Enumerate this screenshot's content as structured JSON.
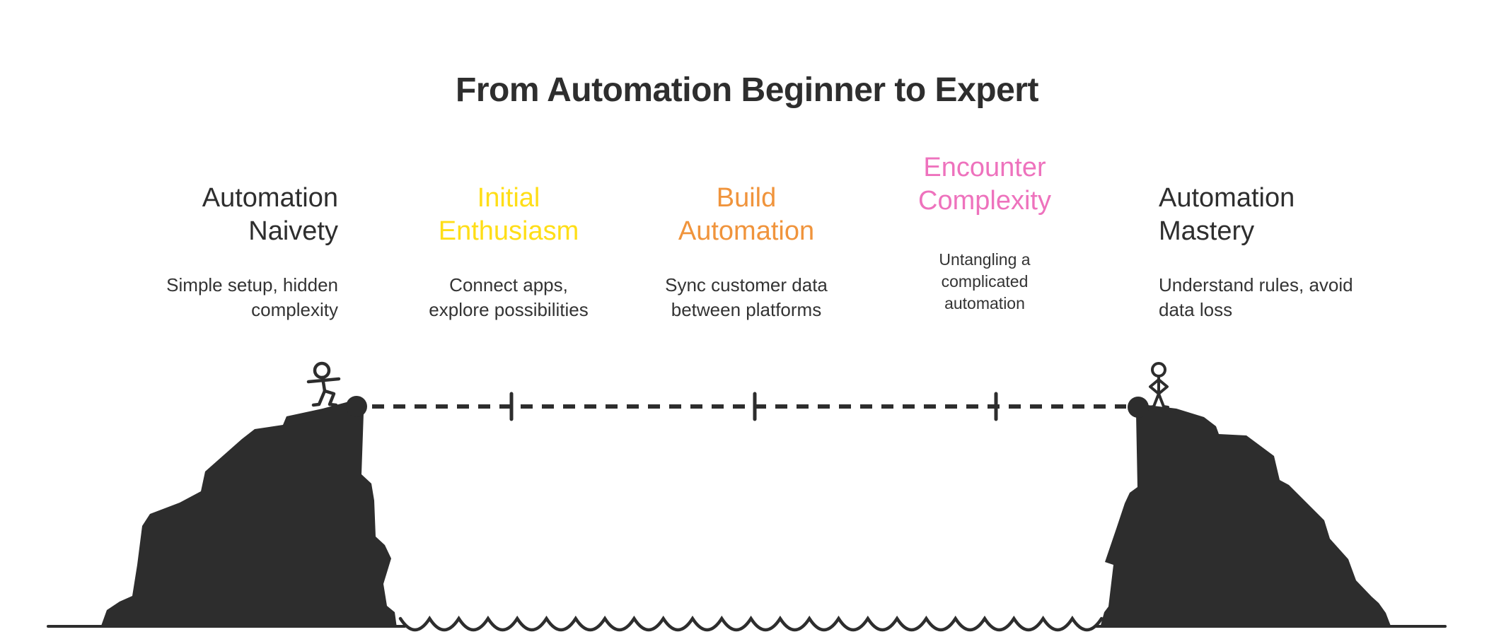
{
  "page": {
    "title": "From Automation Beginner to Expert"
  },
  "stages": [
    {
      "name": "automation-naivety",
      "title_lines": [
        "Automation",
        "Naivety"
      ],
      "title_color": "#2e2e2e",
      "desc_lines": [
        "Simple setup, hidden",
        "complexity"
      ]
    },
    {
      "name": "initial-enthusiasm",
      "title_lines": [
        "Initial",
        "Enthusiasm"
      ],
      "title_color": "#ffde17",
      "desc_lines": [
        "Connect apps,",
        "explore possibilities"
      ]
    },
    {
      "name": "build-automation",
      "title_lines": [
        "Build",
        "Automation"
      ],
      "title_color": "#f0943c",
      "desc_lines": [
        "Sync customer data",
        "between platforms"
      ]
    },
    {
      "name": "encounter-complexity",
      "title_lines": [
        "Encounter",
        "Complexity"
      ],
      "title_color": "#ee72bd",
      "desc_lines": [
        "Untangling a",
        "complicated",
        "automation"
      ]
    },
    {
      "name": "automation-mastery",
      "title_lines": [
        "Automation",
        "Mastery"
      ],
      "title_color": "#2e2e2e",
      "desc_lines": [
        "Understand rules, avoid",
        "data loss"
      ]
    }
  ],
  "scene": {
    "colors": {
      "ink": "#2d2d2d",
      "heading_text": "#2e2e2e",
      "body_text": "#333333",
      "background": "#ffffff",
      "stage2_yellow": "#ffde17",
      "stage3_orange": "#f0943c",
      "stage4_pink": "#ee72bd"
    },
    "icons": [
      "stick-figure-walking-icon",
      "stick-figure-standing-icon",
      "cliff-left-silhouette",
      "cliff-right-silhouette",
      "rope-dashed-line",
      "rope-anchor-dot",
      "stage-tick-mark",
      "water-wave-line",
      "ground-line"
    ]
  }
}
